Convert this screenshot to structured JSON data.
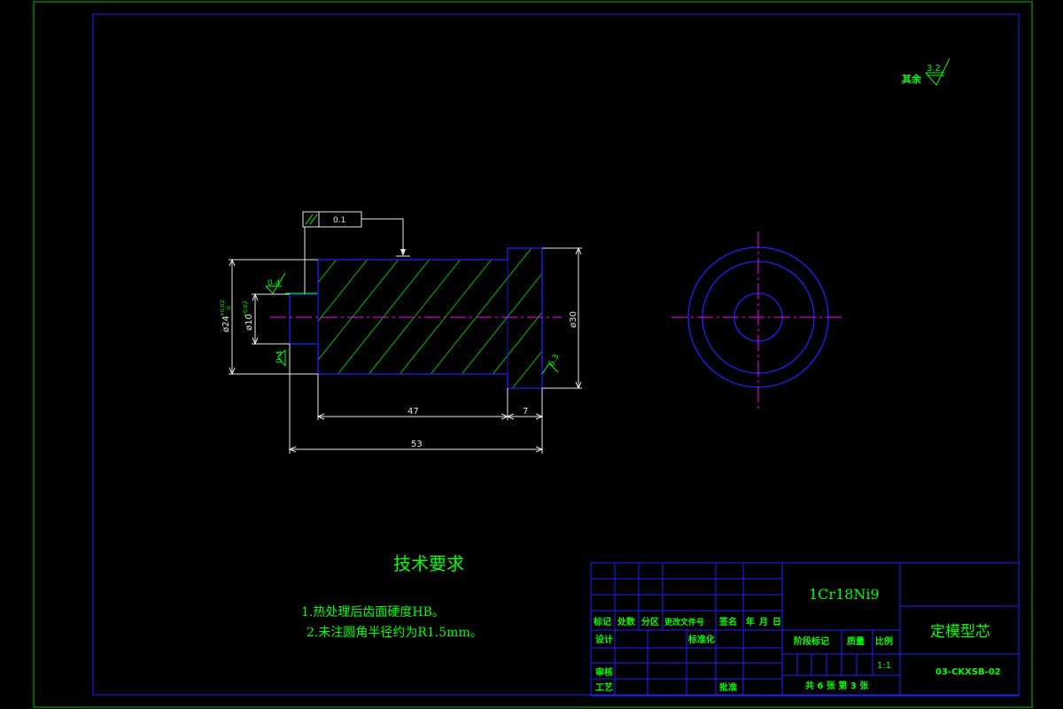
{
  "colors": {
    "background": "#000000",
    "border_outer": "#00c000",
    "border_inner": "#2020ff",
    "outline": "#2020ff",
    "hatch": "#00c000",
    "dimension": "#e8e8e8",
    "centerline": "#ff00ff",
    "text": "#00ff00"
  },
  "surface_finish": {
    "prefix": "其余",
    "value": "3.2"
  },
  "geometric_tolerance": {
    "value": "0.1"
  },
  "roughness_marks": [
    "0.4",
    "0.4",
    "6.3"
  ],
  "dimensions": {
    "d_outer_left": "ø24",
    "d_outer_left_tol_upper": "+0.02",
    "d_outer_left_tol_lower": "0",
    "d_bore": "ø10",
    "d_bore_tol": "+0.02",
    "d_flange": "ø30",
    "len_body": "47",
    "len_flange": "7",
    "len_total": "53"
  },
  "tech_requirements": {
    "title": "技术要求",
    "items": [
      "1.热处理后齿面硬度HB。",
      "2.未注圆角半径约为R1.5mm。"
    ]
  },
  "title_block": {
    "material": "1Cr18Ni9",
    "part_name": "定模型芯",
    "drawing_no": "03-CKXSB-02",
    "headers": [
      "标记",
      "处数",
      "分区",
      "更改文件号",
      "签名",
      "年",
      "月",
      "日"
    ],
    "design": "设计",
    "standardize": "标准化",
    "review": "审核",
    "process": "工艺",
    "approve": "批准",
    "stage_mark": "阶段标记",
    "weight": "质量",
    "scale_label": "比例",
    "scale": "1:1",
    "sheets": "共 6 张 第 3 张"
  }
}
